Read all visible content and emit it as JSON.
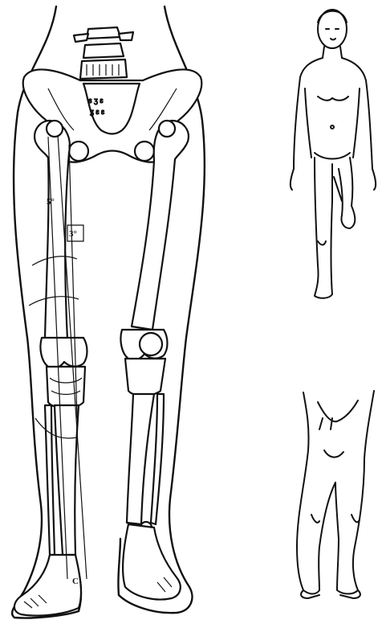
{
  "colors": {
    "ink": "#111111",
    "paper": "#ffffff"
  },
  "labels": {
    "measure_5": "5°",
    "measure_3": "3°",
    "point_c": "C"
  }
}
